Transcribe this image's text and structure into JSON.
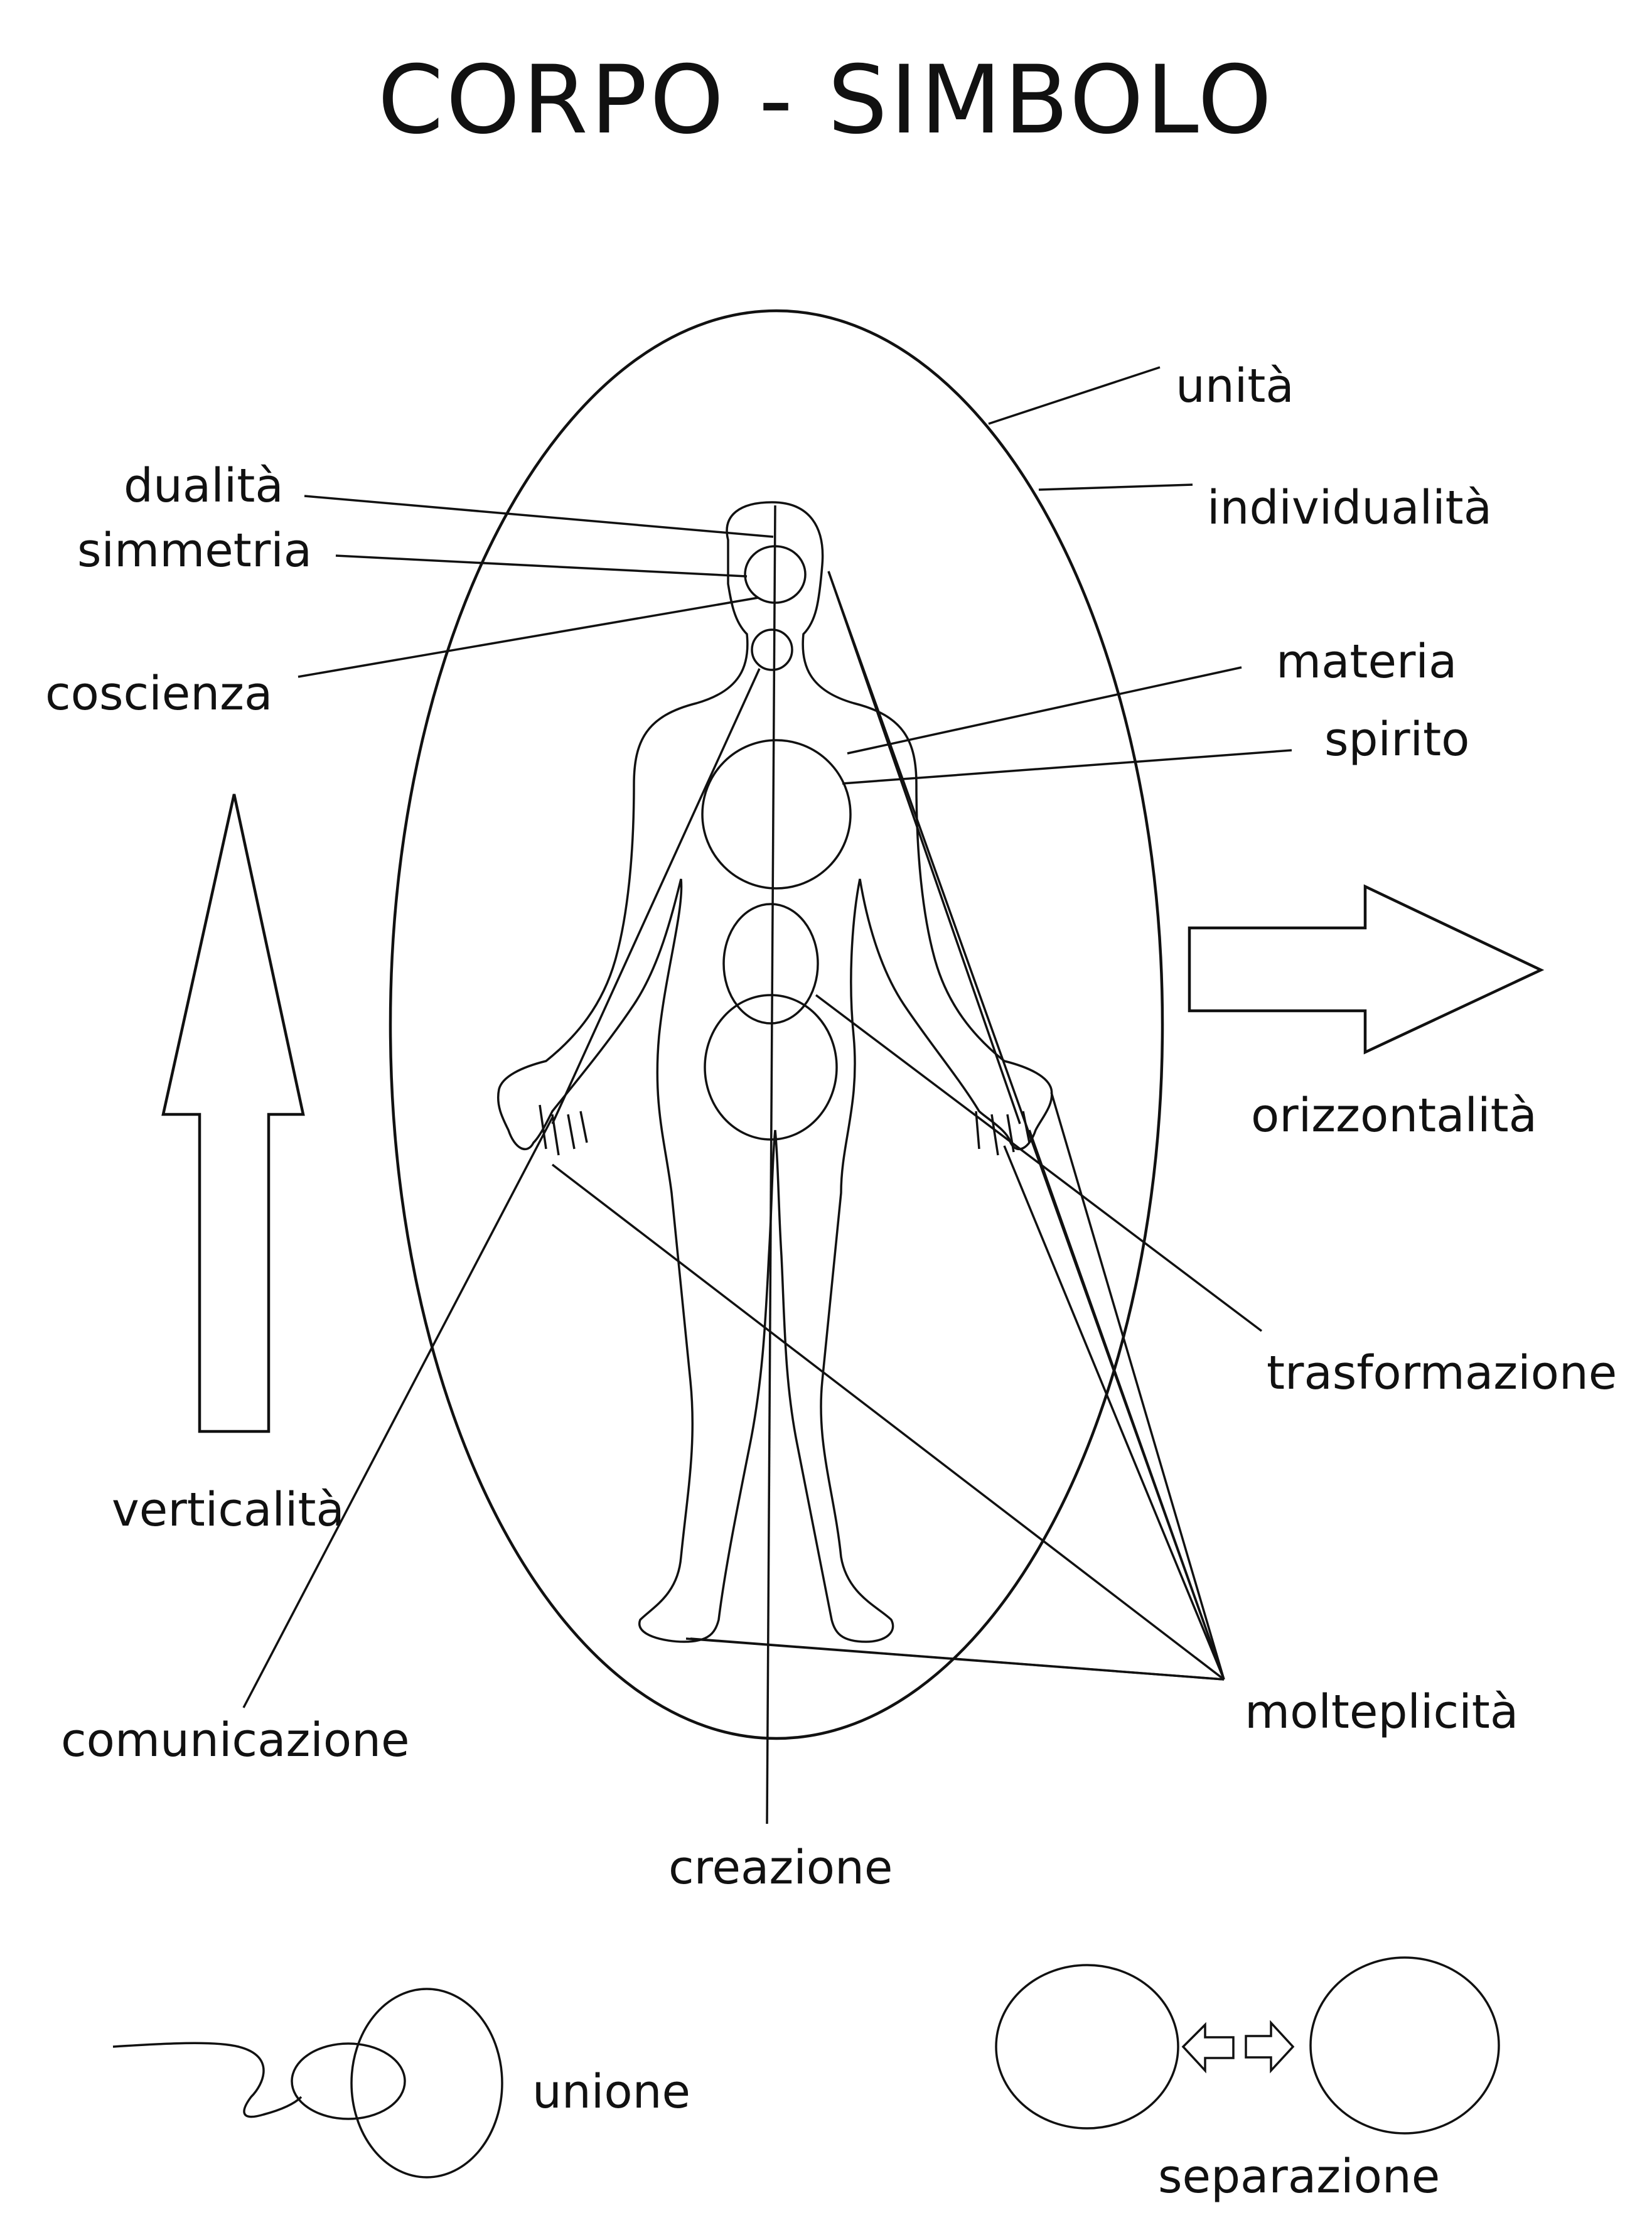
{
  "title": "CORPO - SIMBOLO",
  "labels": {
    "unita": "unità",
    "individualita": "individualità",
    "dualita": "dualità",
    "simmetria": "simmetria",
    "coscienza": "coscienza",
    "materia": "materia",
    "spirito": "spirito",
    "orizzontalita": "orizzontalità",
    "verticalita": "verticalità",
    "trasformazione": "trasformazione",
    "comunicazione": "comunicazione",
    "molteplicita": "molteplicità",
    "creazione": "creazione",
    "unione": "unione",
    "separazione": "separazione"
  },
  "colors": {
    "ink": "#111111",
    "background": "#ffffff"
  },
  "icons": [
    "up-arrow-icon",
    "right-arrow-icon",
    "left-small-arrow-icon",
    "right-small-arrow-icon"
  ]
}
